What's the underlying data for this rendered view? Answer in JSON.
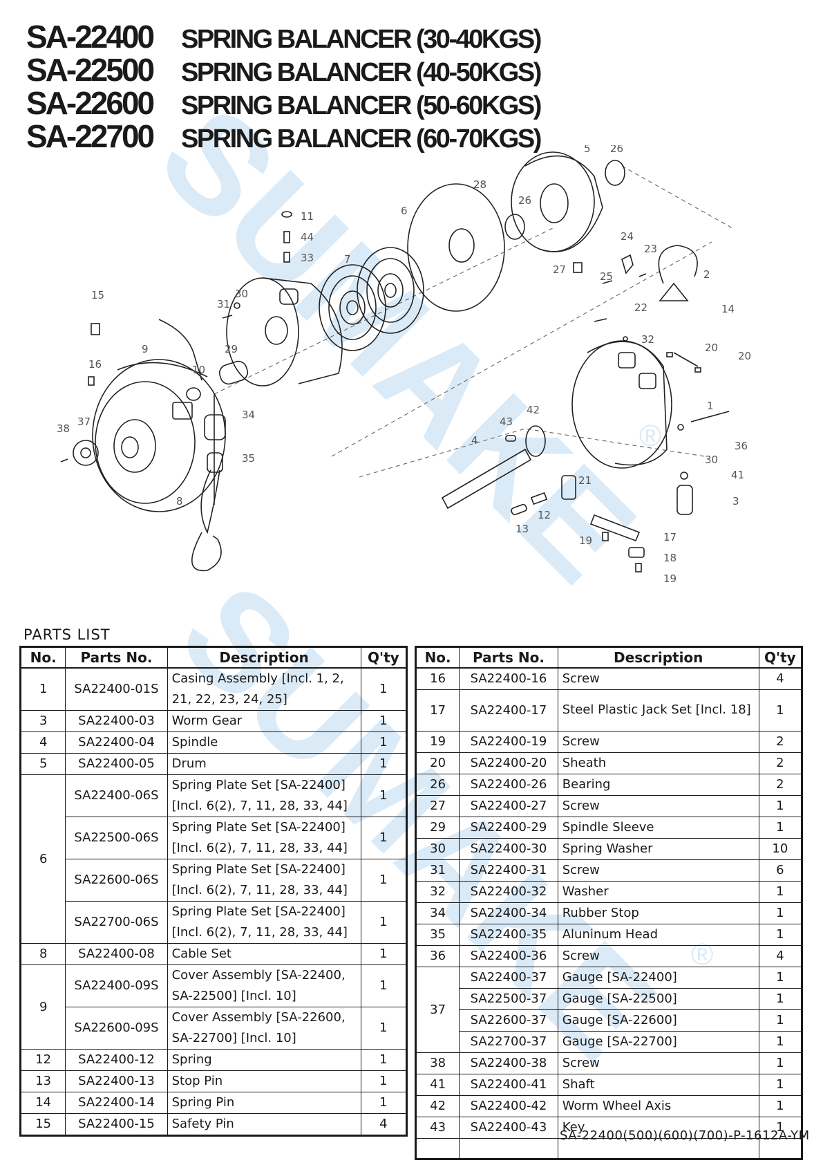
{
  "titles": [
    {
      "model": "SA-22400",
      "description": "SPRING BALANCER (30-40KGS)"
    },
    {
      "model": "SA-22500",
      "description": "SPRING BALANCER (40-50KGS)"
    },
    {
      "model": "SA-22600",
      "description": "SPRING BALANCER (50-60KGS)"
    },
    {
      "model": "SA-22700",
      "description": "SPRING BALANCER (60-70KGS)"
    }
  ],
  "watermark": {
    "text": "SUMAKE",
    "registered_mark": "®",
    "color": "#cde3f4"
  },
  "diagram": {
    "callouts": [
      "5",
      "26",
      "28",
      "26",
      "6",
      "11",
      "44",
      "33",
      "7",
      "24",
      "23",
      "2",
      "27",
      "25",
      "22",
      "31",
      "30",
      "15",
      "14",
      "32",
      "20",
      "20",
      "29",
      "9",
      "16",
      "10",
      "1",
      "34",
      "43",
      "42",
      "37",
      "38",
      "4",
      "36",
      "30",
      "41",
      "35",
      "21",
      "3",
      "12",
      "8",
      "13",
      "19",
      "17",
      "18",
      "19"
    ]
  },
  "parts_list_label": "PARTS LIST",
  "table_headers": {
    "no": "No.",
    "parts_no": "Parts No.",
    "description": "Description",
    "qty": "Q'ty"
  },
  "left_table": [
    {
      "no": "1",
      "parts": [
        {
          "part_no": "SA22400-01S",
          "description": "Casing Assembly [Incl. 1, 2, 21, 22, 23, 24, 25]",
          "qty": "1"
        }
      ]
    },
    {
      "no": "3",
      "parts": [
        {
          "part_no": "SA22400-03",
          "description": "Worm Gear",
          "qty": "1"
        }
      ]
    },
    {
      "no": "4",
      "parts": [
        {
          "part_no": "SA22400-04",
          "description": "Spindle",
          "qty": "1"
        }
      ]
    },
    {
      "no": "5",
      "parts": [
        {
          "part_no": "SA22400-05",
          "description": "Drum",
          "qty": "1"
        }
      ]
    },
    {
      "no": "6",
      "parts": [
        {
          "part_no": "SA22400-06S",
          "description": "Spring Plate Set [SA-22400] [Incl. 6(2), 7, 11, 28, 33, 44]",
          "qty": "1"
        },
        {
          "part_no": "SA22500-06S",
          "description": "Spring Plate Set [SA-22400] [Incl. 6(2), 7, 11, 28, 33, 44]",
          "qty": "1"
        },
        {
          "part_no": "SA22600-06S",
          "description": "Spring Plate Set [SA-22400] [Incl. 6(2), 7, 11, 28, 33, 44]",
          "qty": "1"
        },
        {
          "part_no": "SA22700-06S",
          "description": "Spring Plate Set [SA-22400] [Incl. 6(2), 7, 11, 28, 33, 44]",
          "qty": "1"
        }
      ]
    },
    {
      "no": "8",
      "parts": [
        {
          "part_no": "SA22400-08",
          "description": "Cable Set",
          "qty": "1"
        }
      ]
    },
    {
      "no": "9",
      "parts": [
        {
          "part_no": "SA22400-09S",
          "description": "Cover Assembly [SA-22400, SA-22500] [Incl. 10]",
          "qty": "1"
        },
        {
          "part_no": "SA22600-09S",
          "description": "Cover Assembly [SA-22600, SA-22700]  [Incl. 10]",
          "qty": "1"
        }
      ]
    },
    {
      "no": "12",
      "parts": [
        {
          "part_no": "SA22400-12",
          "description": "Spring",
          "qty": "1"
        }
      ]
    },
    {
      "no": "13",
      "parts": [
        {
          "part_no": "SA22400-13",
          "description": "Stop Pin",
          "qty": "1"
        }
      ]
    },
    {
      "no": "14",
      "parts": [
        {
          "part_no": "SA22400-14",
          "description": "Spring Pin",
          "qty": "1"
        }
      ]
    },
    {
      "no": "15",
      "parts": [
        {
          "part_no": "SA22400-15",
          "description": "Safety Pin",
          "qty": "4"
        }
      ]
    }
  ],
  "right_table": [
    {
      "no": "16",
      "parts": [
        {
          "part_no": "SA22400-16",
          "description": "Screw",
          "qty": "4"
        }
      ]
    },
    {
      "no": "17",
      "parts": [
        {
          "part_no": "SA22400-17",
          "description": "Steel Plastic Jack Set [Incl. 18]",
          "qty": "1"
        }
      ]
    },
    {
      "no": "19",
      "parts": [
        {
          "part_no": "SA22400-19",
          "description": "Screw",
          "qty": "2"
        }
      ]
    },
    {
      "no": "20",
      "parts": [
        {
          "part_no": "SA22400-20",
          "description": "Sheath",
          "qty": "2"
        }
      ]
    },
    {
      "no": "26",
      "parts": [
        {
          "part_no": "SA22400-26",
          "description": "Bearing",
          "qty": "2"
        }
      ]
    },
    {
      "no": "27",
      "parts": [
        {
          "part_no": "SA22400-27",
          "description": "Screw",
          "qty": "1"
        }
      ]
    },
    {
      "no": "29",
      "parts": [
        {
          "part_no": "SA22400-29",
          "description": "Spindle Sleeve",
          "qty": "1"
        }
      ]
    },
    {
      "no": "30",
      "parts": [
        {
          "part_no": "SA22400-30",
          "description": "Spring Washer",
          "qty": "10"
        }
      ]
    },
    {
      "no": "31",
      "parts": [
        {
          "part_no": "SA22400-31",
          "description": "Screw",
          "qty": "6"
        }
      ]
    },
    {
      "no": "32",
      "parts": [
        {
          "part_no": "SA22400-32",
          "description": "Washer",
          "qty": "1"
        }
      ]
    },
    {
      "no": "34",
      "parts": [
        {
          "part_no": "SA22400-34",
          "description": "Rubber Stop",
          "qty": "1"
        }
      ]
    },
    {
      "no": "35",
      "parts": [
        {
          "part_no": "SA22400-35",
          "description": "Aluninum Head",
          "qty": "1"
        }
      ]
    },
    {
      "no": "36",
      "parts": [
        {
          "part_no": "SA22400-36",
          "description": "Screw",
          "qty": "4"
        }
      ]
    },
    {
      "no": "37",
      "parts": [
        {
          "part_no": "SA22400-37",
          "description": "Gauge [SA-22400]",
          "qty": "1"
        },
        {
          "part_no": "SA22500-37",
          "description": "Gauge [SA-22500]",
          "qty": "1"
        },
        {
          "part_no": "SA22600-37",
          "description": "Gauge [SA-22600]",
          "qty": "1"
        },
        {
          "part_no": "SA22700-37",
          "description": "Gauge [SA-22700]",
          "qty": "1"
        }
      ]
    },
    {
      "no": "38",
      "parts": [
        {
          "part_no": "SA22400-38",
          "description": "Screw",
          "qty": "1"
        }
      ]
    },
    {
      "no": "41",
      "parts": [
        {
          "part_no": "SA22400-41",
          "description": "Shaft",
          "qty": "1"
        }
      ]
    },
    {
      "no": "42",
      "parts": [
        {
          "part_no": "SA22400-42",
          "description": "Worm Wheel Axis",
          "qty": "1"
        }
      ]
    },
    {
      "no": "43",
      "parts": [
        {
          "part_no": "SA22400-43",
          "description": "Key",
          "qty": "1"
        }
      ]
    },
    {
      "no": "",
      "parts": [
        {
          "part_no": "",
          "description": "",
          "qty": ""
        }
      ]
    }
  ],
  "doc_code": "SA-22400(500)(600)(700)-P-1612A-YM"
}
